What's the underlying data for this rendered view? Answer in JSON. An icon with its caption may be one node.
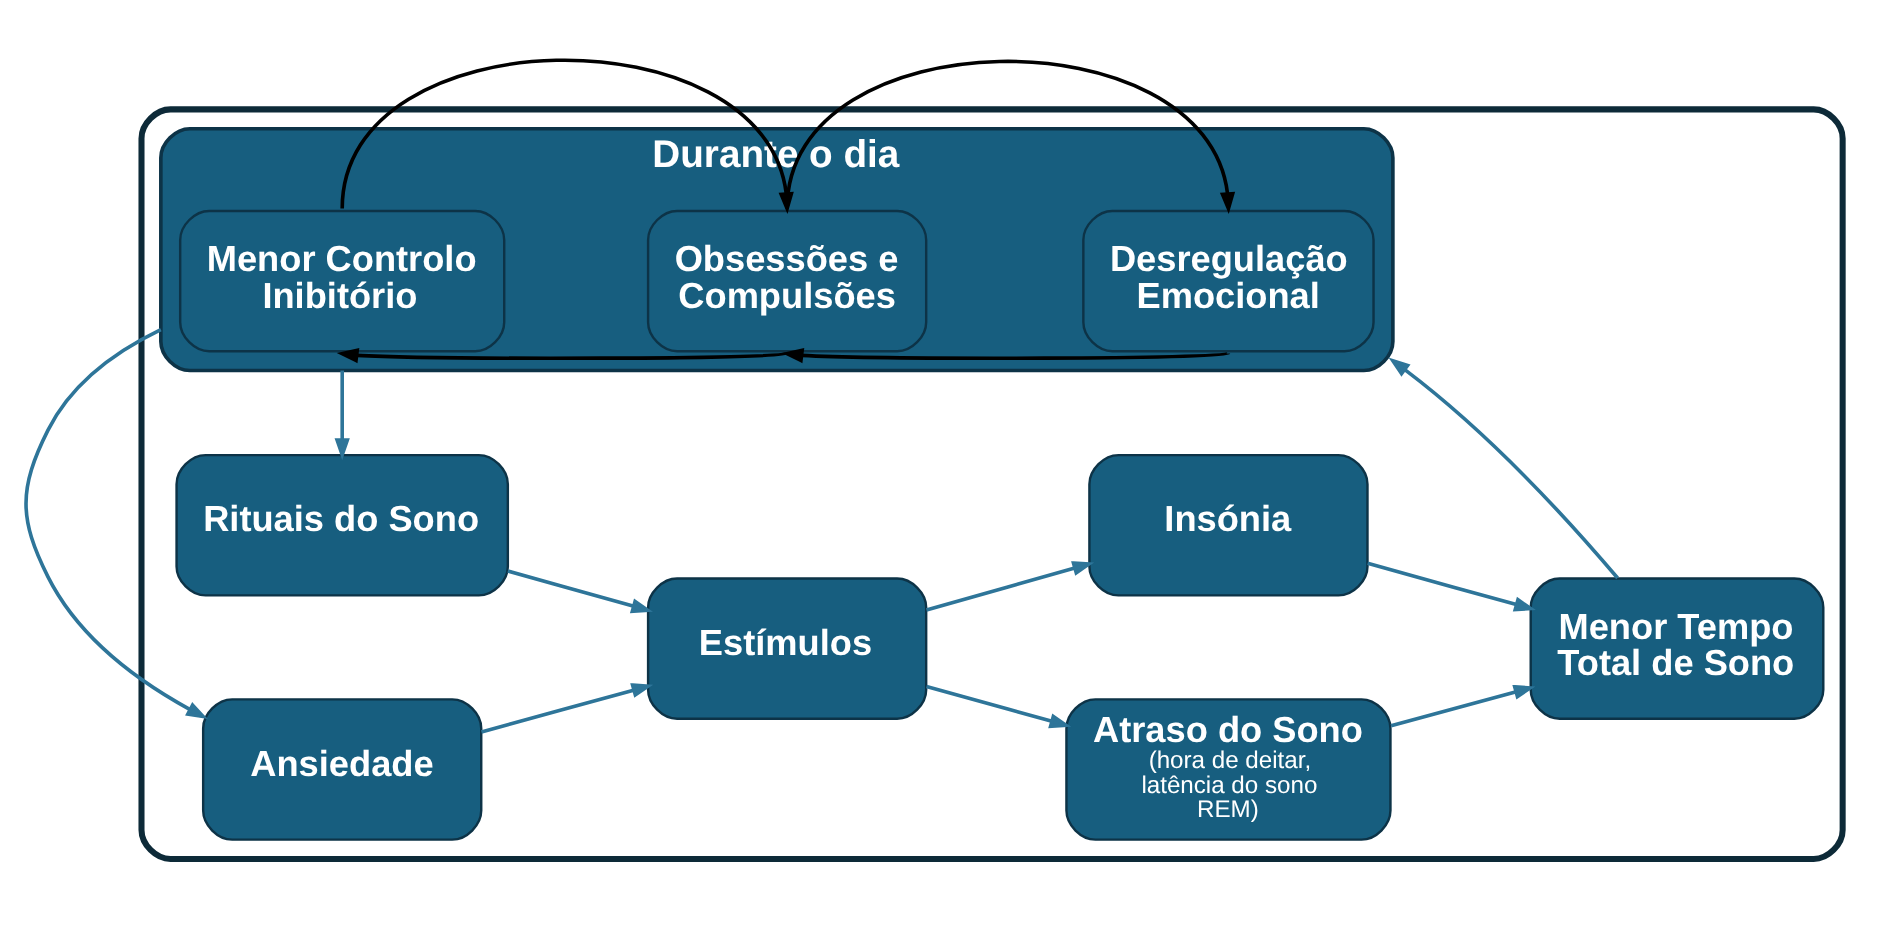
{
  "diagram": {
    "nodes": [
      {
        "text": [],
        "shape": "box"
      },
      {
        "text": [
          "Rituais do Sono"
        ],
        "in": 0
      },
      {
        "text": [
          "Ansiedade"
        ],
        "in": 0
      },
      {
        "text": [
          "Estímulos"
        ],
        "in": 0
      },
      {
        "text": [
          "Insónia"
        ],
        "in": 0
      },
      {
        "text": [
          "Atraso do Sono",
          "(hora de deitar, latência do sono REM)"
        ],
        "in": 0
      },
      {
        "text": [
          "Menor Tempo Total de Sono"
        ],
        "in": 0
      },
      {
        "text": [
          "Durante o dia"
        ],
        "in": 0
      },
      {
        "text": [
          "Menor Controlo Inibitório"
        ],
        "in": 7
      },
      {
        "text": [
          "Obsessões e Compulsões"
        ],
        "in": 7
      },
      {
        "text": [
          "Desregulação Emocional"
        ],
        "in": 7
      }
    ],
    "edges": [
      {
        "from": 1,
        "to": 3,
        "arrow": "to"
      },
      {
        "from": 2,
        "to": 3,
        "arrow": "to"
      },
      {
        "from": 3,
        "to": 4,
        "arrow": "to"
      },
      {
        "from": 3,
        "to": 5,
        "arrow": "to"
      },
      {
        "from": 4,
        "to": 6,
        "arrow": "to"
      },
      {
        "from": 5,
        "to": 6,
        "arrow": "to"
      },
      {
        "from": 6,
        "to": 7,
        "arrow": "to"
      },
      {
        "from": 7,
        "to": 1,
        "arrow": "to"
      },
      {
        "from": 7,
        "to": 2,
        "arrow": "to"
      },
      {
        "from": 8,
        "to": 9,
        "arrow": "to",
        "color": "#000000"
      },
      {
        "from": 9,
        "to": 10,
        "arrow": "to",
        "color": "#000000"
      },
      {
        "from": 10,
        "to": 9,
        "arrow": "to",
        "color": "#000000"
      },
      {
        "from": 9,
        "to": 8,
        "arrow": "to",
        "color": "#000000"
      }
    ]
  }
}
